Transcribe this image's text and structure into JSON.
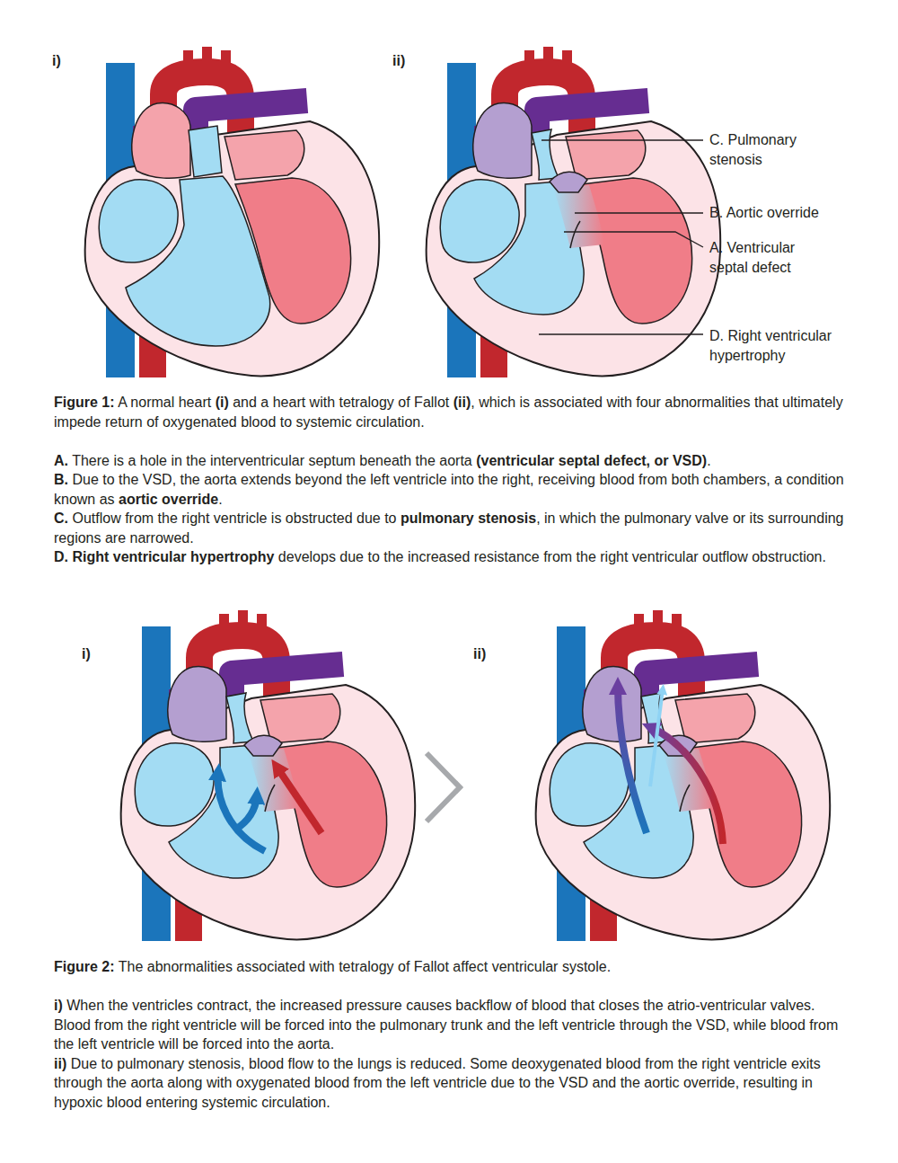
{
  "diagram": {
    "labels": [
      "i)",
      "ii)",
      "C.",
      "Pulmonary stenosis",
      "B.",
      "Aortic override",
      "A.",
      "Ventricular septal defect",
      "D.",
      "Right ventricular hypertrophy",
      "Figure 1:",
      "A normal heart",
      "(i)",
      "and a heart with tetralogy of Fallot",
      "(ii)",
      ", which is associated with four abnormalities that ultimately impede return of oxygenated blood to systemic circulation.",
      "A.",
      "There is a hole in the interventricular septum beneath the aorta",
      "(ventricular septal defect, or VSD)",
      ".",
      "B.",
      "Due to the VSD, the aorta extends beyond the left ventricle into the right, receiving blood from both chambers, a condition known as",
      "aortic override",
      ".",
      "C.",
      "Outflow from the right ventricle is obstructed due to",
      "pulmonary stenosis",
      ", in which the pulmonary valve or its surrounding regions are narrowed.",
      "D.",
      "Right ventricular hypertrophy",
      "develops due to the increased resistance from the right ventricular outflow obstruction.",
      "i)",
      "ii)",
      "Figure 2:",
      "The abnormalities associated with tetralogy of Fallot affect ventricular systole.",
      "i)",
      "When the ventricles contract, the increased pressure causes backflow of blood that closes the atrio-ventricular valves. Blood from the right ventricle will be forced into the pulmonary trunk and the left ventricle through the VSD, while blood from the left ventricle will be forced into the aorta.",
      "ii)",
      "Due to pulmonary stenosis, blood flow to the lungs is reduced. Some deoxygenated blood from the right ventricle exits through the aorta along with oxygenated blood from the left ventricle due to the VSD and the aortic override, resulting in hypoxic blood entering systemic circulation."
    ]
  }
}
